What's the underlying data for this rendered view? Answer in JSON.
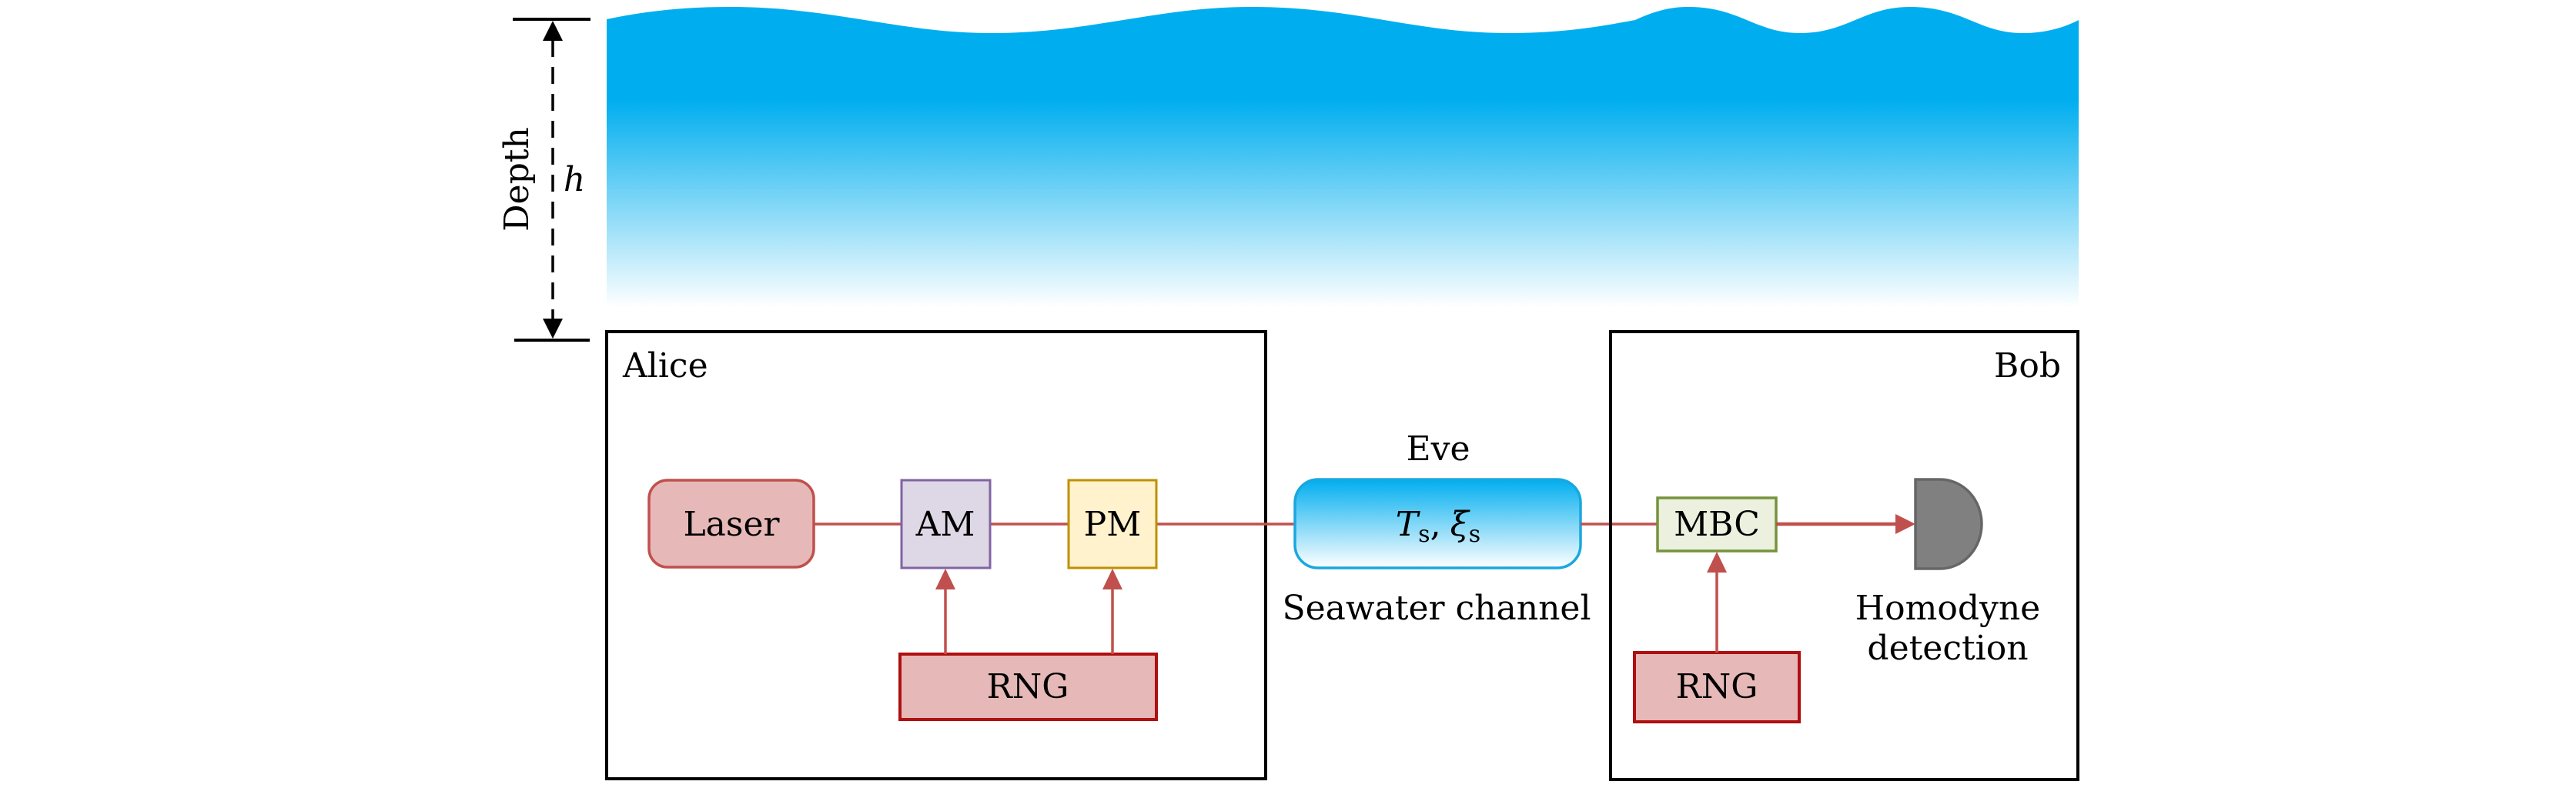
{
  "figure": {
    "type": "underwater CV-QKD system diagram",
    "depth": {
      "label": "Depth",
      "symbol": "h"
    },
    "water": {
      "surface_color": "#00AEEF",
      "fade_color": "#FFFFFF"
    },
    "alice": {
      "label": "Alice",
      "components": {
        "laser": {
          "label": "Laser",
          "fill": "#E6B9B8",
          "stroke": "#C0504D"
        },
        "am": {
          "label": "AM",
          "fill": "#DDD7E6",
          "stroke": "#8064A2"
        },
        "pm": {
          "label": "PM",
          "fill": "#FFF2CC",
          "stroke": "#BF9000"
        },
        "rng": {
          "label": "RNG",
          "fill": "#E6B9B8",
          "stroke": "#AE0F0F"
        }
      }
    },
    "channel": {
      "top_label": "Eve",
      "params": {
        "T": "T",
        "T_sub": "s",
        "sep": ",",
        "xi": "ξ",
        "xi_sub": "s"
      },
      "bottom_label": "Seawater channel",
      "gradient_top": "#00AEEF",
      "gradient_bottom": "#FFFFFF",
      "stroke": "#1AA7DF"
    },
    "bob": {
      "label": "Bob",
      "components": {
        "mbc": {
          "label": "MBC",
          "fill": "#EBF1DE",
          "stroke": "#77933C"
        },
        "rng": {
          "label": "RNG",
          "fill": "#E6B9B8",
          "stroke": "#AE0F0F"
        },
        "detector": {
          "label_line1": "Homodyne",
          "label_line2": "detection",
          "fill": "#808080",
          "stroke": "#666666"
        }
      }
    },
    "link_color": "#C0504D"
  }
}
